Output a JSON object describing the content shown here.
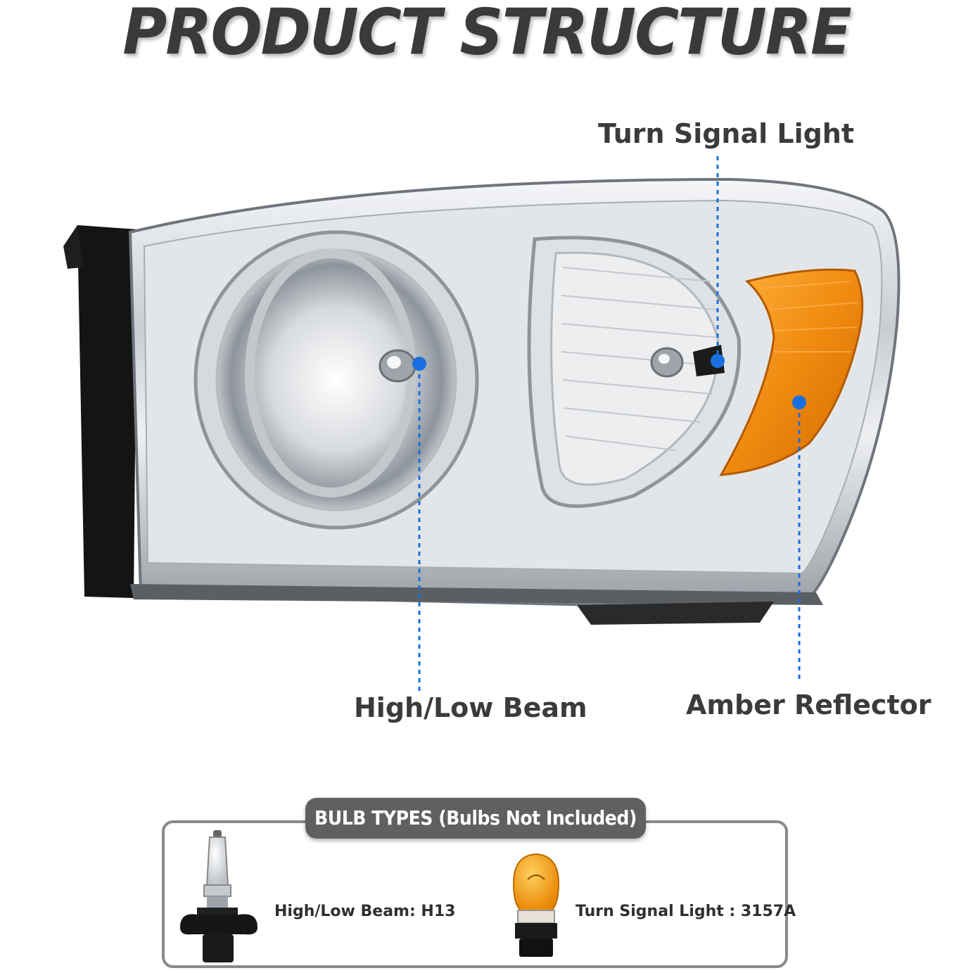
{
  "title": "PRODUCT STRUCTURE",
  "callouts": {
    "turn_signal": "Turn Signal Light",
    "beam": "High/Low Beam",
    "amber": "Amber Reflector"
  },
  "bulb_types": {
    "heading": "BULB TYPES (Bulbs Not Included)",
    "items": [
      {
        "label": "High/Low Beam: H13",
        "icon": "h13-bulb-icon"
      },
      {
        "label": "Turn Signal Light : 3157A",
        "icon": "3157a-bulb-icon"
      }
    ]
  },
  "colors": {
    "title": "#3a3a3a",
    "marker": "#1a6fe0",
    "amber": "#f08a10",
    "chrome": "#c8ccd0"
  }
}
